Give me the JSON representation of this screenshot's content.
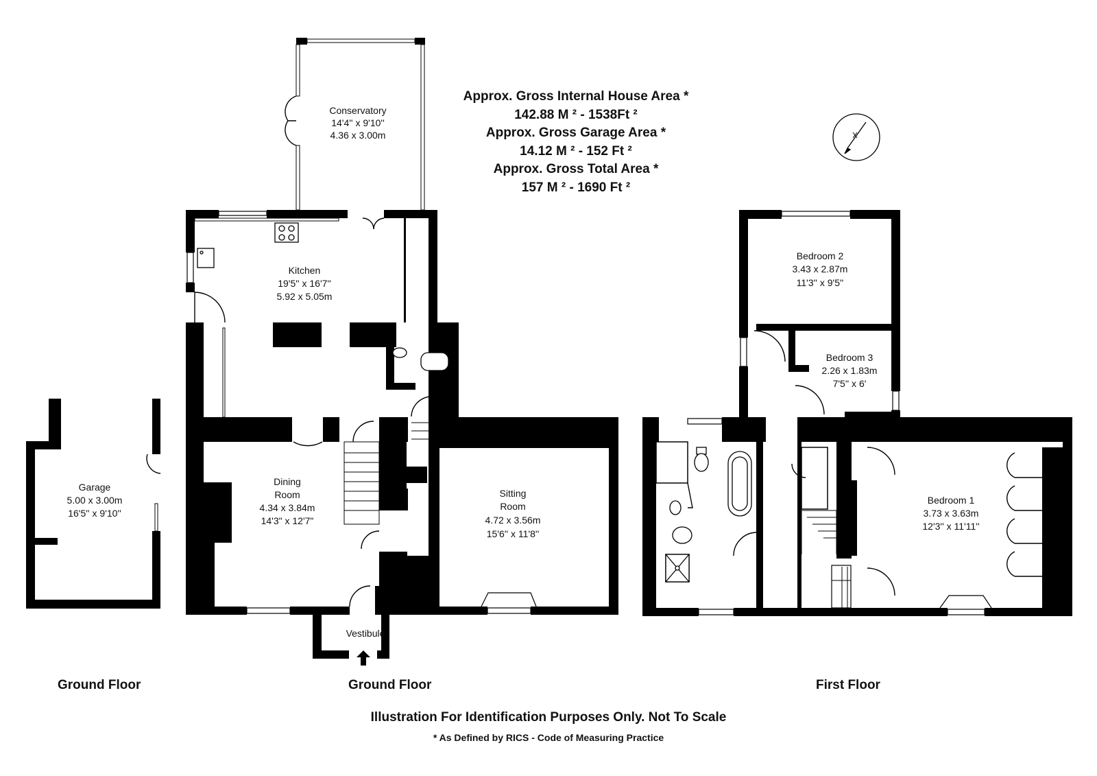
{
  "areas": {
    "house_label": "Approx. Gross Internal House Area *",
    "house_value": "142.88 M ² - 1538Ft ²",
    "garage_label": "Approx. Gross Garage Area *",
    "garage_value": "14.12 M ² - 152 Ft ²",
    "total_label": "Approx. Gross Total Area *",
    "total_value": "157 M ² - 1690 Ft ²"
  },
  "rooms": {
    "conservatory": {
      "name": "Conservatory",
      "imperial": "14'4'' x 9'10''",
      "metric": "4.36 x 3.00m"
    },
    "kitchen": {
      "name": "Kitchen",
      "imperial": "19'5'' x 16'7''",
      "metric": "5.92 x 5.05m"
    },
    "dining": {
      "name_1": "Dining",
      "name_2": "Room",
      "metric": "4.34 x 3.84m",
      "imperial": "14'3\" x 12'7\""
    },
    "sitting": {
      "name_1": "Sitting",
      "name_2": "Room",
      "metric": "4.72 x 3.56m",
      "imperial": "15'6'' x 11'8''"
    },
    "garage": {
      "name": "Garage",
      "metric": "5.00 x 3.00m",
      "imperial": "16'5'' x 9'10''"
    },
    "vestibule": {
      "name": "Vestibule"
    },
    "bedroom2": {
      "name": "Bedroom 2",
      "metric": "3.43 x 2.87m",
      "imperial": "11'3'' x 9'5''"
    },
    "bedroom3": {
      "name": "Bedroom 3",
      "metric": "2.26 x 1.83m",
      "imperial": "7'5'' x 6'"
    },
    "bedroom1": {
      "name": "Bedroom 1",
      "metric": "3.73 x 3.63m",
      "imperial": "12'3'' x 11'11''"
    }
  },
  "floors": {
    "garage_floor": "Ground Floor",
    "ground_floor": "Ground Floor",
    "first_floor": "First Floor"
  },
  "footer": {
    "disclaimer": "Illustration For Identification Purposes Only. Not To Scale",
    "rics_note": "* As Defined by RICS - Code of Measuring Practice"
  },
  "icons": {
    "compass": "north-arrow-icon",
    "entrance": "entrance-arrow-icon"
  },
  "colors": {
    "wall": "#000000",
    "background": "#ffffff"
  }
}
